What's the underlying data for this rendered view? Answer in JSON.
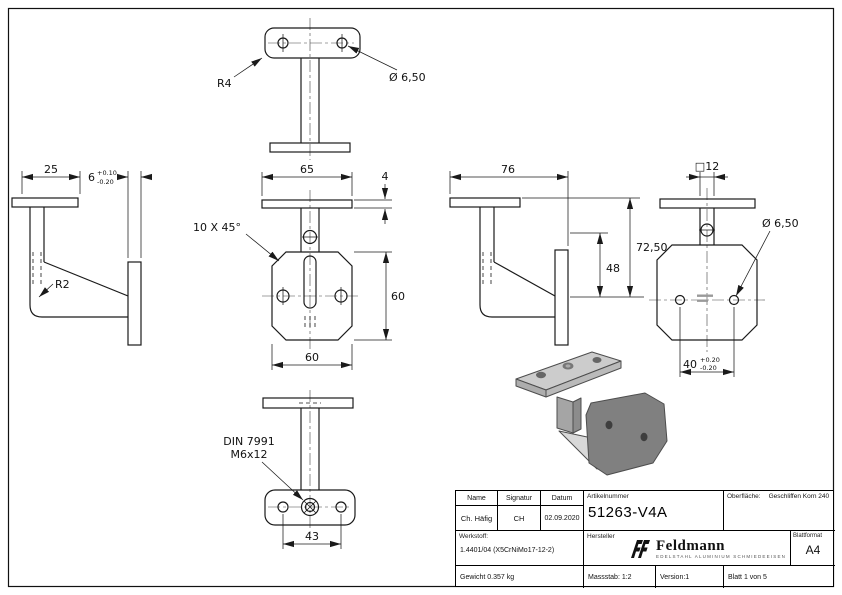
{
  "views": {
    "top": {
      "r4": "R4",
      "dia": "Ø 6,50"
    },
    "left": {
      "w": "25",
      "r2": "R2",
      "t": "6",
      "t_plus": "+0.10",
      "t_minus": "-0.20"
    },
    "front": {
      "w": "65",
      "t": "4",
      "chamfer": "10 X 45°",
      "h": "60",
      "w2": "60"
    },
    "side": {
      "d": "76",
      "h1": "48",
      "h2": "72,50"
    },
    "back": {
      "sq": "□12",
      "dia": "Ø 6,50",
      "w": "40",
      "w_plus": "+0.20",
      "w_minus": "-0.20"
    },
    "bottom": {
      "din1": "DIN 7991",
      "din2": "M6x12",
      "d": "43"
    }
  },
  "title_block": {
    "name_label": "Name",
    "signatur_label": "Signatur",
    "datum_label": "Datum",
    "name": "Ch. Häfig",
    "signatur": "CH",
    "datum": "02.09.2020",
    "artikelnummer_label": "Artikelnummer",
    "artikelnummer": "51263-V4A",
    "oberflaeche_label": "Oberfläche:",
    "oberflaeche": "Geschliffen Korn 240",
    "werkstoff_label": "Werkstoff:",
    "werkstoff": "1.4401/04 (X5CrNiMo17-12-2)",
    "hersteller_label": "Hersteller",
    "brand": "Feldmann",
    "brand_tagline": "EDELSTAHL ALUMINIUM SCHMIEDEEISEN",
    "blattformat_label": "Blattformat",
    "blattformat": "A4",
    "gewicht": "Gewicht 0.357 kg",
    "massstab": "Massstab: 1:2",
    "version": "Version:1",
    "blatt": "Blatt 1 von 5"
  }
}
